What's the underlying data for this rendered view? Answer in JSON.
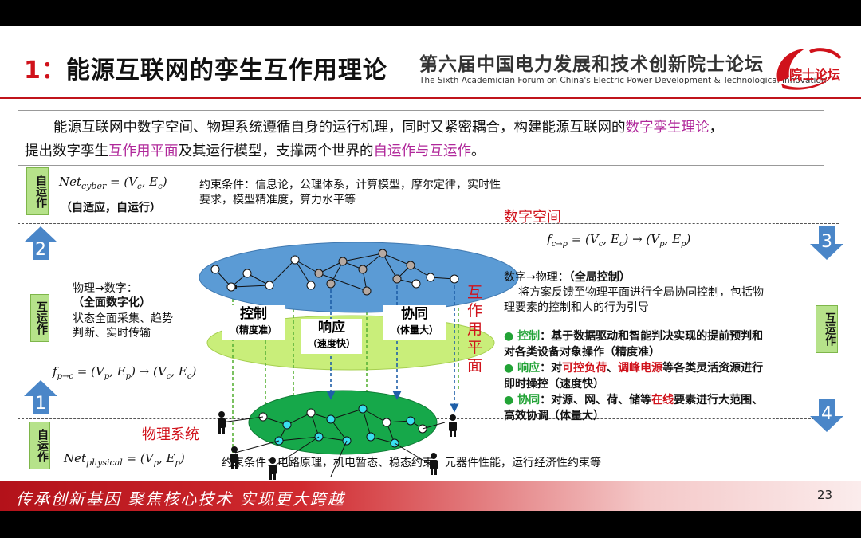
{
  "header": {
    "title_num": "1：",
    "title_text": "能源互联网的孪生互作用理论",
    "forum_cn": "第六届中国电力发展和技术创新院士论坛",
    "forum_en": "The Sixth Academician Forum on China's Electric Power Development & Technological Innovation",
    "logo_text": "院士论坛"
  },
  "intro": {
    "p1_a": "能源互联网中数字空间、物理系统遵循自身的运行机理，同时又紧密耦合，构建能源互联网的",
    "p1_b": "数字孪生理论",
    "p1_c": "，",
    "p2_a": "提出数字孪生",
    "p2_b": "互作用平面",
    "p2_c": "及其运行模型，支撑两个世界的",
    "p2_d": "自运作与互运作",
    "p2_e": "。"
  },
  "left": {
    "self_top": "自运作",
    "net_cyber": "Net_cyber = (V_c, E_c)",
    "net_cyber_main": "Net",
    "net_cyber_sub": "cyber",
    "net_cyber_rhs": " = (V",
    "adaptive": "（自适应，自运行）",
    "constraint_top_1": "约束条件：信息论，公理体系，计算模型，摩尔定律，实时性",
    "constraint_top_2": "要求，模型精准度，算力水平等",
    "arrow2": "2",
    "inter_left": "互运作",
    "p2c_title": "物理→数字：",
    "p2c_bold": "（全面数字化）",
    "p2c_l1": "状态全面采集、趋势",
    "p2c_l2": "判断、实时传输",
    "formula_p2c": "f_{p→c} = (V_p, E_p) → (V_c, E_c)",
    "arrow1": "1",
    "self_bottom": "自运作",
    "net_physical_main": "Net",
    "net_physical_sub": "physical",
    "physical_label": "物理系统",
    "constraint_bottom": "约束条件：电路原理，机电暂态、稳态约束，元器件性能，运行经济性约束等"
  },
  "center": {
    "digital_space": "数字空间",
    "interaction_plane": "互作用平面",
    "control_title": "控制",
    "control_sub": "（精度准）",
    "response_title": "响应",
    "response_sub": "（速度快）",
    "coordination_title": "协同",
    "coordination_sub": "（体量大）"
  },
  "right": {
    "formula_c2p": "f_{c→p} = (V_c, E_c) → (V_p, E_p)",
    "arrow3": "3",
    "c2p_title": "数字→物理：",
    "c2p_bold": "（全局控制）",
    "c2p_l1": "将方案反馈至物理平面进行全局协同控制，包括物",
    "c2p_l2": "理要素的控制和人的行为引导",
    "inter_right": "互运作",
    "b1_label": "控制",
    "b1_text_1": "：基于数据驱动和智能判决实现的提前预判和",
    "b1_text_2": "对各类设备对象操作（精度准）",
    "b2_label": "响应",
    "b2_a": "：对",
    "b2_red1": "可控负荷",
    "b2_sep": "、",
    "b2_red2": "调峰电源",
    "b2_b": "等各类灵活资源进行",
    "b2_text_2": "即时操控（速度快）",
    "b3_label": "协同",
    "b3_a": "：对源、网、荷、储等",
    "b3_red": "在线",
    "b3_b": "要素进行大范围、",
    "b3_text_2": "高效协调（体量大）",
    "arrow4": "4"
  },
  "footer": {
    "slogan": "传承创新基因  聚焦核心技术  实现更大跨越",
    "page": "23"
  },
  "colors": {
    "accent_red": "#d0121b",
    "green_box": "#b6e28a",
    "cyber_layer": "#5b9bd5",
    "interaction_layer": "#c9ee7a",
    "physical_layer": "#16a84a",
    "arrow_blue": "#4a86c8"
  }
}
